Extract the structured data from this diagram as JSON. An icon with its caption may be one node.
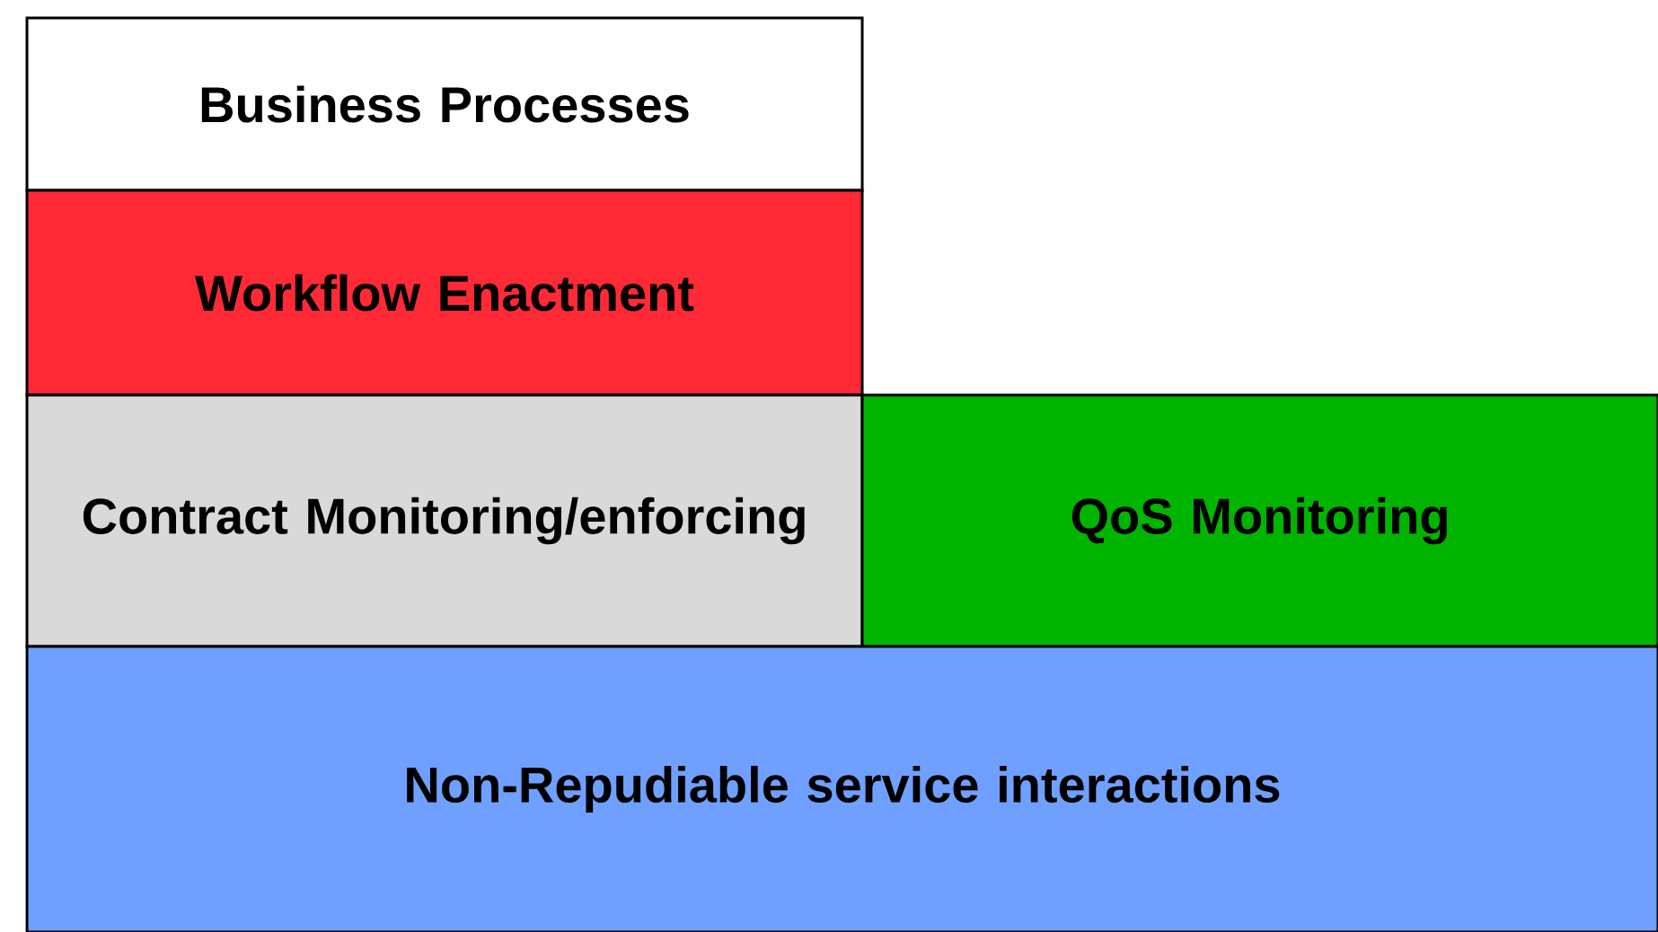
{
  "diagram": {
    "nodes": [
      {
        "text": [
          "Business Processes"
        ]
      },
      {
        "text": [
          "Workflow Enactment"
        ]
      },
      {
        "text": [
          "Contract Monitoring/enforcing"
        ]
      },
      {
        "text": [
          "QoS Monitoring"
        ]
      },
      {
        "text": [
          "Non-Repudiable service interactions"
        ]
      }
    ]
  }
}
